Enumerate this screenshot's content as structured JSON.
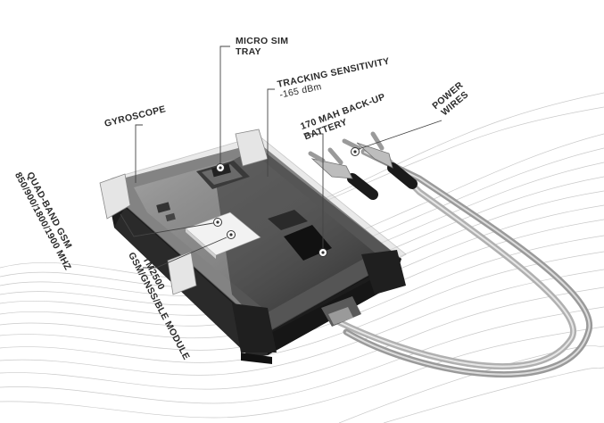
{
  "labels": {
    "micro_sim": [
      "MICRO SIM",
      "TRAY"
    ],
    "tracking": [
      "TRACKING SENSITIVITY",
      "-165 dBm"
    ],
    "battery": [
      "170 MAH BACK-UP",
      "BATTERY"
    ],
    "power": [
      "POWER",
      "WIRES"
    ],
    "gyroscope": "GYROSCOPE",
    "gsm": [
      "QUAD-BAND GSM",
      "850/900/1800/1900 MHZ"
    ],
    "module": [
      "TM2500",
      "GSM/GNSS/BLE MODULE"
    ]
  },
  "colors": {
    "housing": "#1c1c1c",
    "pcb": "#8a8a8a",
    "wire": "#9a9a9a",
    "label": "#2b2b2b"
  }
}
